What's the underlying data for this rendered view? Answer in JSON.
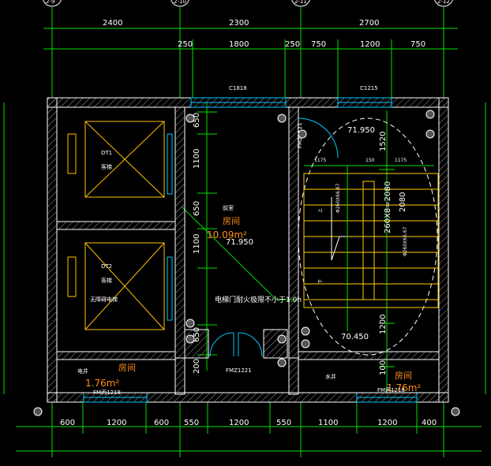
{
  "axis_labels": [
    "2-9",
    "2-10",
    "2-11",
    "2-12"
  ],
  "dims_top_row1": [
    "2400",
    "2300",
    "2700"
  ],
  "dims_top_row2": [
    "250",
    "1800",
    "250",
    "750",
    "1200",
    "750"
  ],
  "dims_bottom": [
    "600",
    "1200",
    "600",
    "550",
    "1200",
    "550",
    "1100",
    "1200",
    "400"
  ],
  "dims_mid_vertical": [
    "650",
    "1100",
    "650",
    "1100",
    "650",
    "200"
  ],
  "dims_stair_vertical": [
    "1520",
    "2080",
    "1200",
    "100"
  ],
  "stair_width_dims": [
    "1175",
    "150",
    "1175"
  ],
  "stair_run": "260X8=2080",
  "stair_side_left": "Φ260X66.67",
  "stair_side_right": "Φ260X66.67",
  "stair_up": "上",
  "stair_down": "下",
  "windows": {
    "top_left": "C1818",
    "top_right": "C1215"
  },
  "doors": {
    "stair_door": "FMZ1121",
    "lobby_door": "FMZ1221",
    "shaft_left": "FM丙1218",
    "shaft_right": "FM丙1218"
  },
  "elevators": {
    "dt1": {
      "name": "DT1",
      "type": "客梯"
    },
    "dt2": {
      "name": "DT2",
      "type": "客梯",
      "note": "无障碍电梯"
    }
  },
  "lobby": {
    "name": "前室",
    "room": "房间",
    "area": "10.09m²",
    "elevation": "71.950"
  },
  "stair_elevation_top": "71.950",
  "stair_elevation_bottom": "70.450",
  "fire_note": "电梯门耐火极限不小于1.0h",
  "shaft_left": {
    "name": "电井",
    "room": "房间",
    "area": "1.76m²"
  },
  "shaft_right": {
    "name": "水井",
    "room": "房间",
    "area": "1.76m²"
  },
  "colors": {
    "grid": "#00e000",
    "wall": "#ffffff",
    "hatch": "#9a9a9a",
    "window": "#00c8ff",
    "elevator": "#ffc000",
    "stair": "#ffd000",
    "dashed": "#ffffff",
    "text_room": "#ff8c1a"
  }
}
